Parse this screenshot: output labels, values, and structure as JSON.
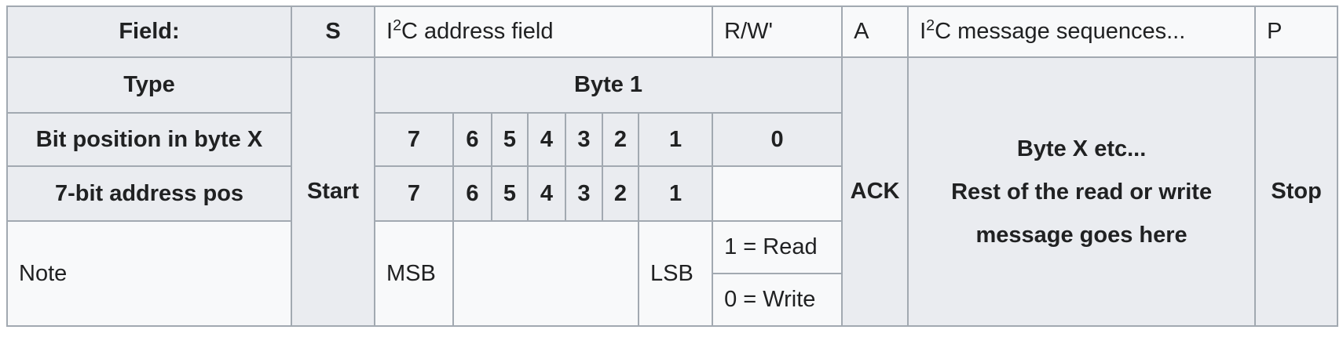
{
  "colors": {
    "header_cell_bg": "#eaecf0",
    "data_cell_bg": "#f8f9fa",
    "border": "#a2a9b1",
    "text": "#202122",
    "page_bg": "#ffffff"
  },
  "table": {
    "field_row": {
      "label": "Field:",
      "start_bit": "S",
      "address_prefix": "I",
      "address_sup": "2",
      "address_rest": "C address field",
      "rw": "R/W'",
      "ack": "A",
      "messages_prefix": "I",
      "messages_sup": "2",
      "messages_rest": "C message sequences...",
      "stop_bit": "P"
    },
    "type_row": {
      "label": "Type",
      "start": "Start",
      "byte1": "Byte 1",
      "ack": "ACK",
      "byte_x_lines": {
        "0": "Byte X etc...",
        "1": "Rest of the read or write",
        "2": "message goes here"
      },
      "stop": "Stop"
    },
    "bit_position_row": {
      "label": "Bit position in byte X",
      "bits": [
        "7",
        "6",
        "5",
        "4",
        "3",
        "2",
        "1",
        "0"
      ]
    },
    "address_pos_row": {
      "label": "7-bit address pos",
      "bits": [
        "7",
        "6",
        "5",
        "4",
        "3",
        "2",
        "1"
      ]
    },
    "note_row": {
      "label": "Note",
      "msb": "MSB",
      "lsb": "LSB",
      "read": "1 = Read",
      "write": "0 = Write"
    }
  }
}
